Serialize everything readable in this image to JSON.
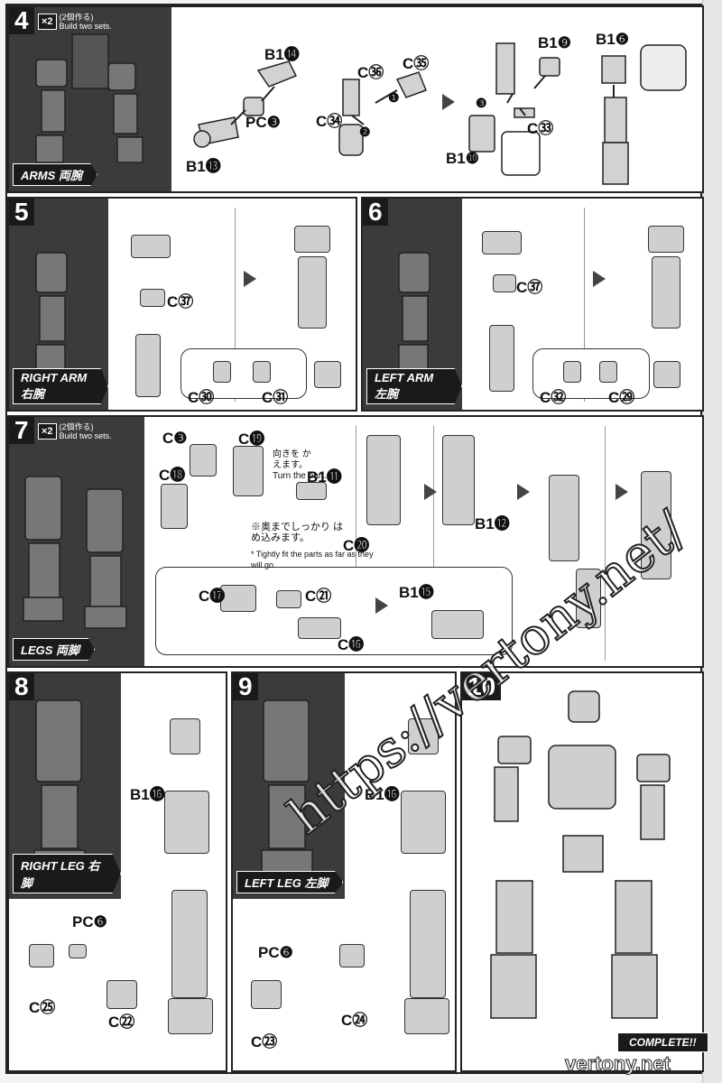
{
  "steps": {
    "s4": {
      "num": "4",
      "times": "×2",
      "times_note_jp": "(2個作る)",
      "times_note_en": "Build two sets.",
      "label": "ARMS 両腕",
      "parts": {
        "b14": "B1⓮",
        "pc3": "PC❸",
        "b13": "B1⓭",
        "c36": "C㊱",
        "c35": "C㉟",
        "c34": "C㉞",
        "b19": "B1❾",
        "b10": "B1❿",
        "c33": "C㉝",
        "b16": "B1❻"
      },
      "order": {
        "n1": "❶",
        "n2": "❷",
        "n3": "❸"
      }
    },
    "s5": {
      "num": "5",
      "label": "RIGHT ARM 右腕",
      "parts": {
        "c37": "C㊲",
        "c30": "C㉚",
        "c31": "C㉛"
      }
    },
    "s6": {
      "num": "6",
      "label": "LEFT ARM 左腕",
      "parts": {
        "c37": "C㊲",
        "c32": "C㉜",
        "c29": "C㉙"
      }
    },
    "s7": {
      "num": "7",
      "times": "×2",
      "times_note_jp": "(2個作る)",
      "times_note_en": "Build two sets.",
      "label": "LEGS 両脚",
      "parts": {
        "c3": "C❸",
        "c19": "C⓳",
        "c18": "C⓲",
        "b11": "B1⓫",
        "c20": "C⓴",
        "b12": "B1⓬",
        "c17": "C⓱",
        "c21": "C㉑",
        "c16": "C⓰",
        "b15": "B1⓯"
      },
      "turn_jp": "向きを かえます。",
      "turn_en": "Turn the part.",
      "fit_jp": "※奥までしっかり はめ込みます。",
      "fit_en": "* Tightly fit the parts as far as they will go."
    },
    "s8": {
      "num": "8",
      "label": "RIGHT LEG 右脚",
      "parts": {
        "b16": "B1⓰",
        "pc6": "PC❻",
        "c25": "C㉕",
        "c22": "C㉒"
      }
    },
    "s9": {
      "num": "9",
      "label": "LEFT LEG 左脚",
      "parts": {
        "b16": "B1⓰",
        "pc6": "PC❻",
        "c23": "C㉓",
        "c24": "C㉔"
      }
    },
    "s10": {
      "num": "10",
      "complete": "COMPLETE!!"
    }
  },
  "watermark": "https://vertony.net/",
  "watermark2": "vertony.net"
}
